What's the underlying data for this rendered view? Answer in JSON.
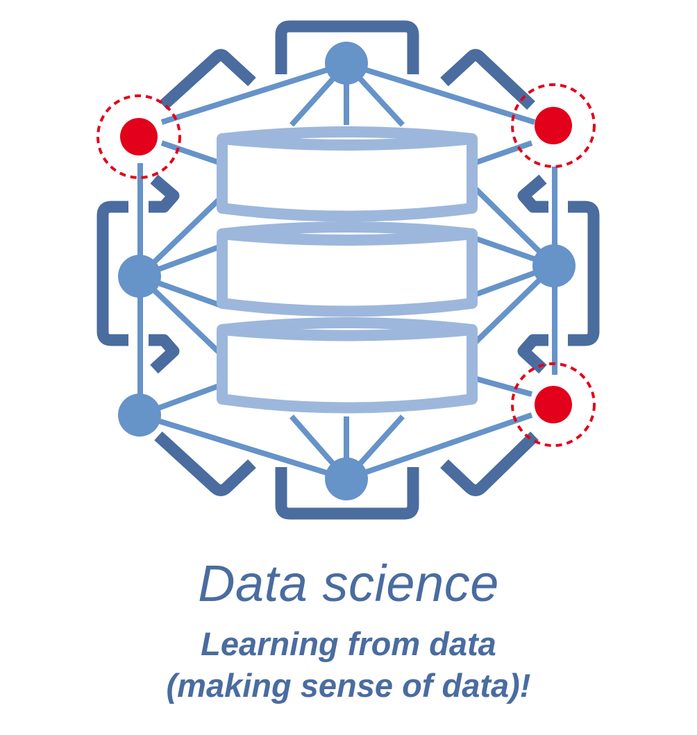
{
  "title": "Data science",
  "subtitle_line1": "Learning from data",
  "subtitle_line2": "(making sense of data)!",
  "colors": {
    "bracket": "#4a6c9f",
    "node": "#6693c8",
    "edge": "#6693c8",
    "database": "#9db7dc",
    "highlight_node": "#e2001a",
    "highlight_ring": "#e2001a",
    "text": "#4a6c9f",
    "background": "#ffffff"
  },
  "diagram": {
    "central_icon": "database-cylinder-icon",
    "database_segments": 3,
    "nodes": [
      {
        "id": "top",
        "type": "regular"
      },
      {
        "id": "top-left",
        "type": "highlighted"
      },
      {
        "id": "top-right",
        "type": "highlighted"
      },
      {
        "id": "mid-left",
        "type": "regular"
      },
      {
        "id": "mid-right",
        "type": "regular"
      },
      {
        "id": "bottom-left",
        "type": "regular"
      },
      {
        "id": "bottom-right",
        "type": "highlighted"
      },
      {
        "id": "bottom",
        "type": "regular"
      }
    ]
  }
}
